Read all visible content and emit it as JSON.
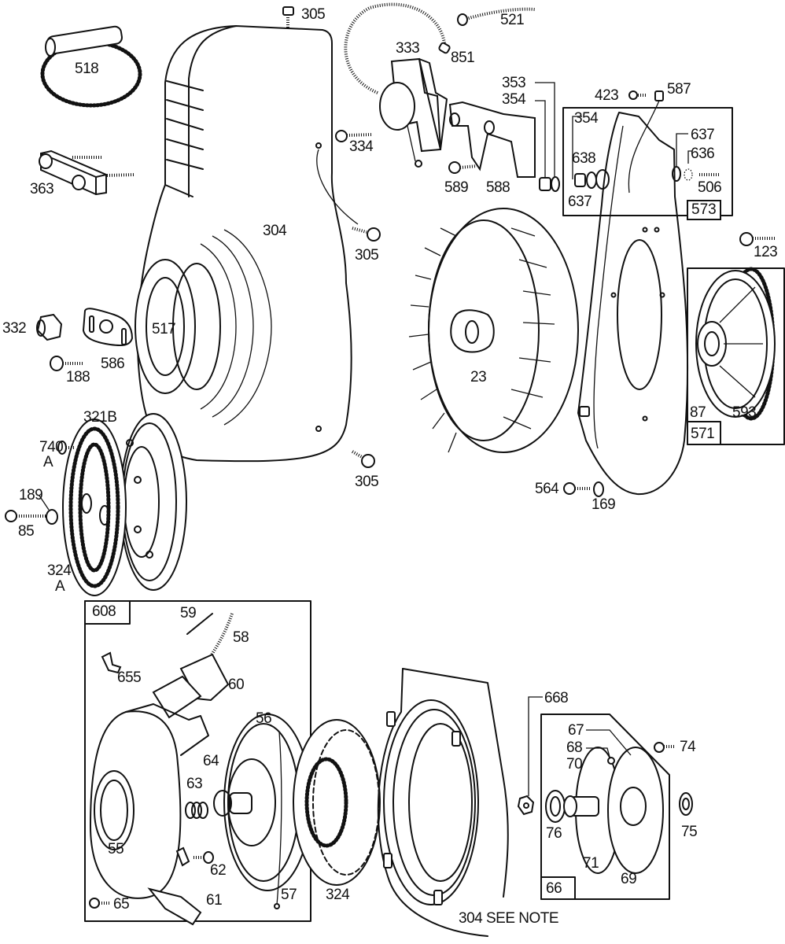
{
  "diagram": {
    "type": "exploded-parts-diagram",
    "subject": "Engine blower housing, flywheel and rewind starter assembly"
  },
  "labels": {
    "p305_top": "305",
    "p518": "518",
    "p363": "363",
    "p304": "304",
    "p333": "333",
    "p851": "851",
    "p521": "521",
    "p334": "334",
    "p353": "353",
    "p354_a": "354",
    "p589": "589",
    "p588": "588",
    "p423": "423",
    "p587": "587",
    "p354_b": "354",
    "p638": "638",
    "p637_a": "637",
    "p637_b": "637",
    "p636": "636",
    "p506": "506",
    "p573": "573",
    "p305_mid": "305",
    "p123": "123",
    "p332": "332",
    "p586": "586",
    "p517": "517",
    "p188": "188",
    "p23": "23",
    "p321b": "321B",
    "p740": "740",
    "p740_suffix": "A",
    "p189": "189",
    "p85": "85",
    "p324a": "324",
    "p324a_suffix": "A",
    "p305_bot": "305",
    "p87": "87",
    "p593": "593",
    "p571": "571",
    "p564": "564",
    "p169": "169",
    "p608": "608",
    "p59": "59",
    "p58": "58",
    "p655": "655",
    "p60": "60",
    "p56": "56",
    "p64": "64",
    "p63": "63",
    "p55": "55",
    "p62": "62",
    "p61": "61",
    "p65": "65",
    "p57": "57",
    "p324": "324",
    "p304_note": "304 SEE NOTE",
    "p668": "668",
    "p67": "67",
    "p68": "68",
    "p70": "70",
    "p74": "74",
    "p76": "76",
    "p75": "75",
    "p71": "71",
    "p69": "69",
    "p66": "66"
  }
}
